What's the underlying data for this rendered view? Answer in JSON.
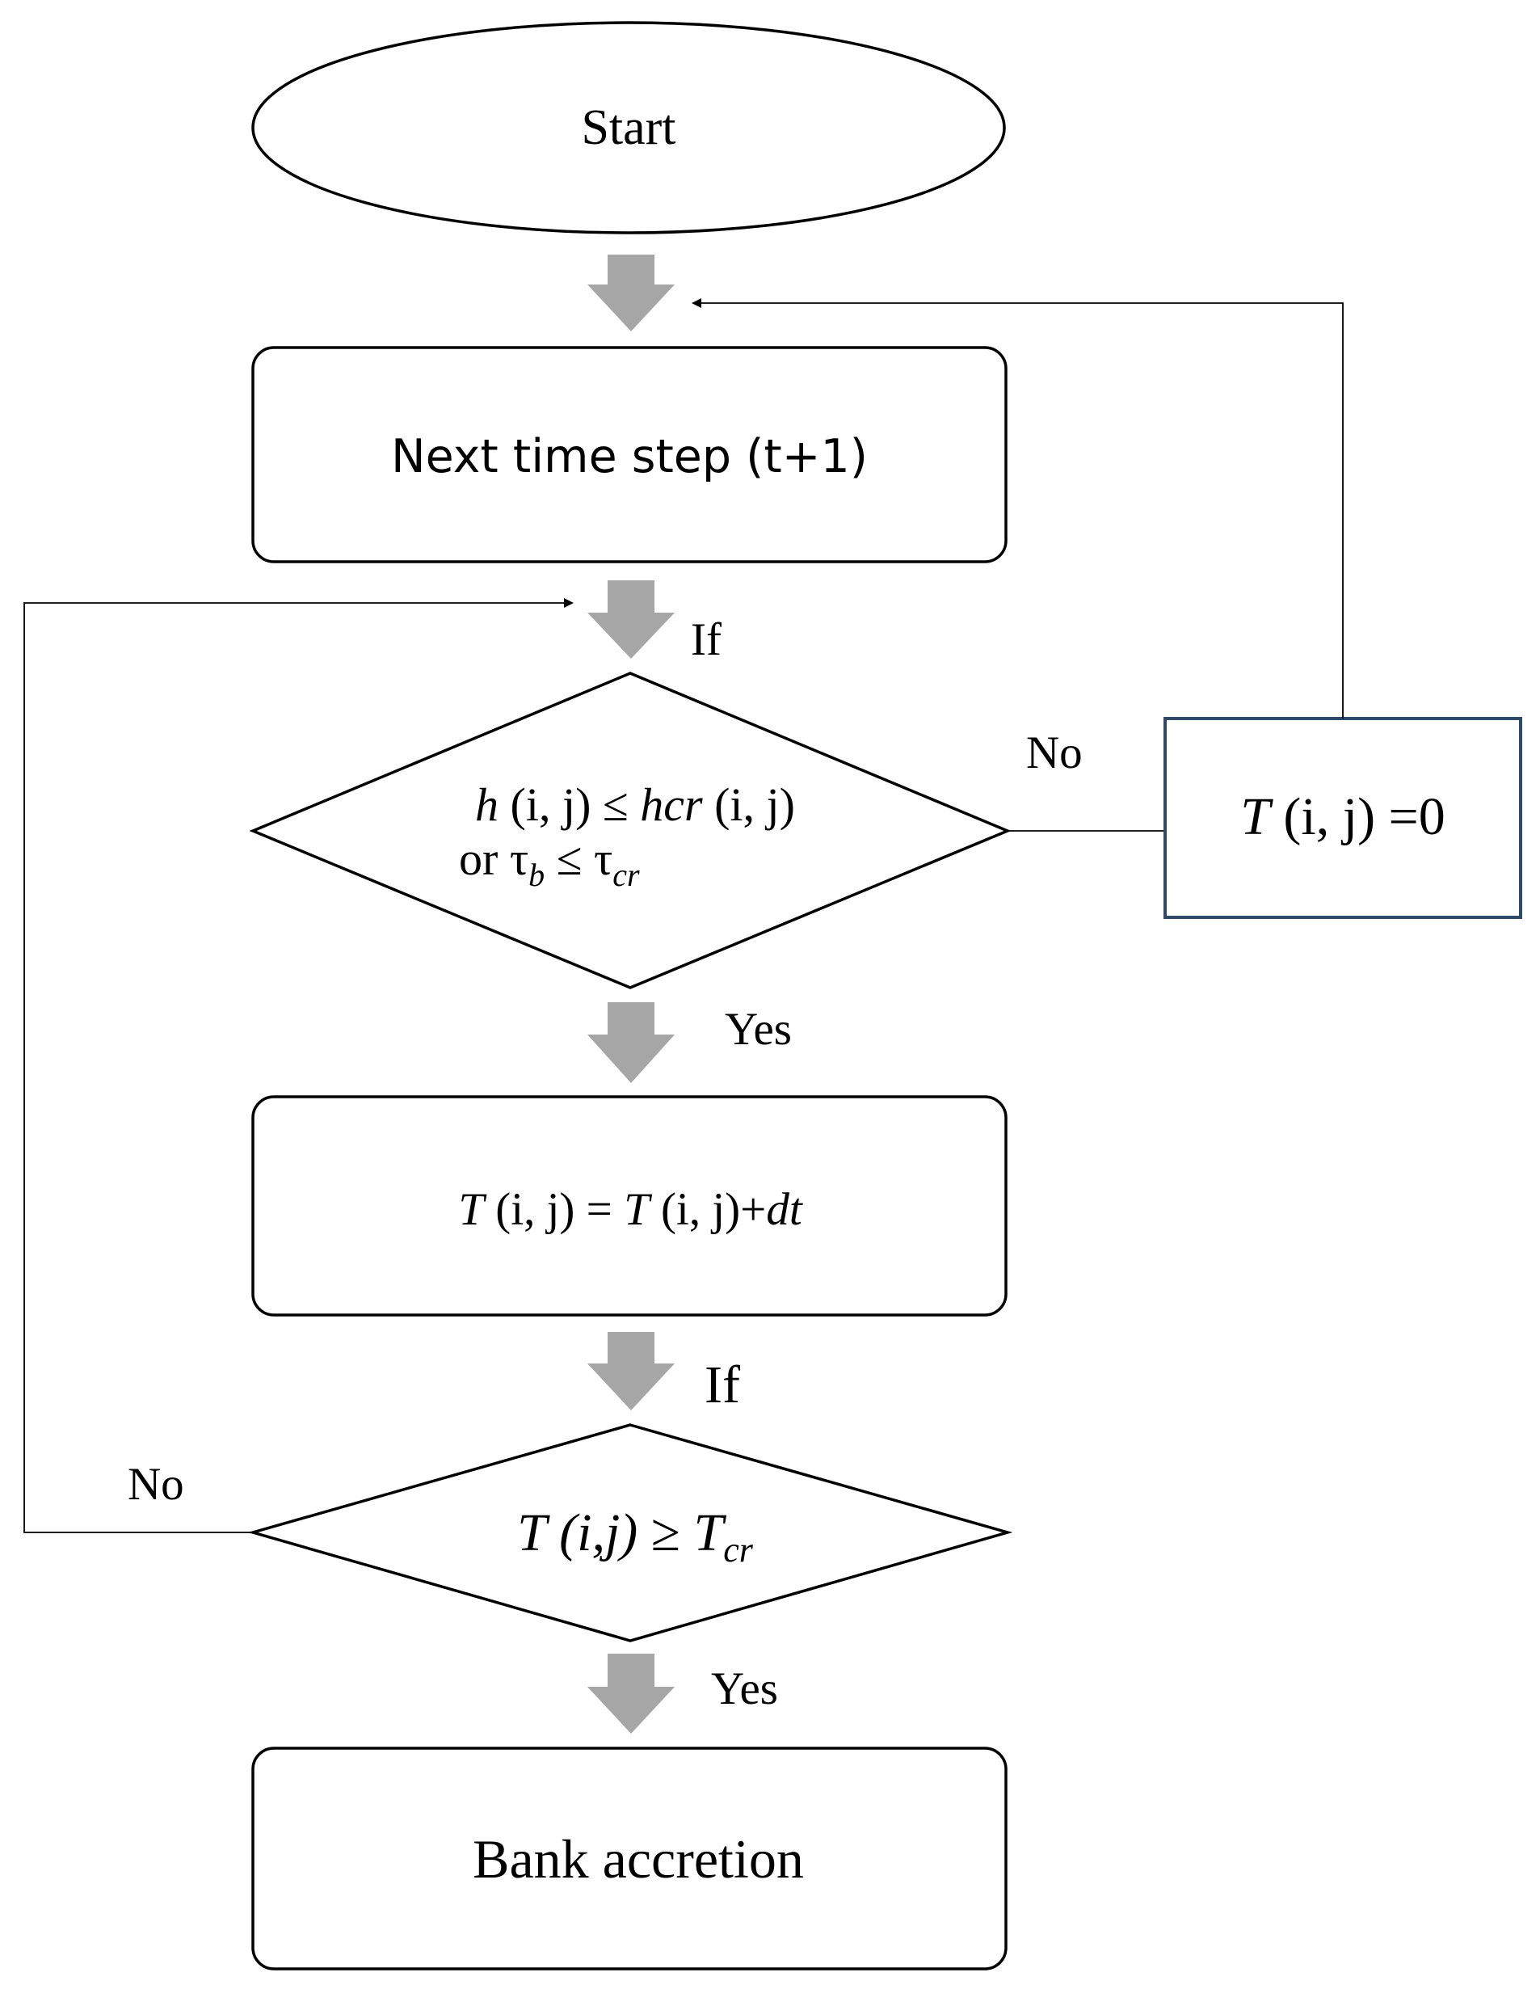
{
  "diagram": {
    "nodes": {
      "start": {
        "label": "Start",
        "shape": "ellipse"
      },
      "next_step": {
        "label": "Next time step (t+1)",
        "shape": "rounded-rectangle"
      },
      "condition1": {
        "shape": "diamond",
        "line1": {
          "h": "h",
          "ij1": " (i, j) ≤ ",
          "hcr": "hcr",
          "ij2": " (i, j)"
        },
        "line2": {
          "or": "or  τ",
          "b": "b",
          "le": " ≤ τ",
          "cr": "cr"
        }
      },
      "reset": {
        "shape": "rectangle",
        "T": "T",
        "rest": " (i, j) =0"
      },
      "increment": {
        "shape": "rounded-rectangle",
        "T1": "T",
        "mid1": " (i, j) = ",
        "T2": "T",
        "mid2": " (i, j)+",
        "dt": "dt"
      },
      "condition2": {
        "shape": "diamond",
        "lhs": "T (i,j)",
        "ge": " ≥ ",
        "T": "T",
        "cr": "cr"
      },
      "end": {
        "label": "Bank accretion",
        "shape": "rounded-rectangle"
      }
    },
    "edge_labels": {
      "if_1": "If",
      "no_1": "No",
      "yes_1": "Yes",
      "if_2": "If",
      "no_2": "No",
      "yes_2": "Yes"
    },
    "colors": {
      "block_arrow": "#a6a6a6",
      "reset_border": "#2f4a68",
      "line": "#000000"
    }
  }
}
